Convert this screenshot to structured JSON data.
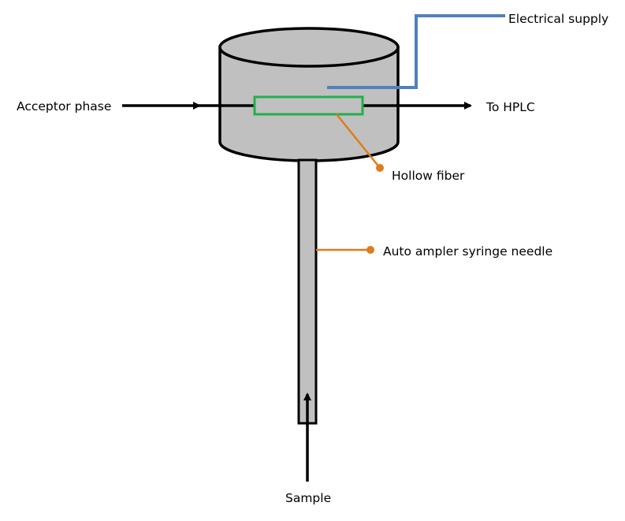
{
  "labels": {
    "electrical_supply": "Electrical supply",
    "acceptor_phase": "Acceptor phase",
    "to_hplc": "To HPLC",
    "hollow_fiber": "Hollow fiber",
    "syringe_needle": "Auto ampler syringe needle",
    "sample": "Sample"
  },
  "colors": {
    "body_fill": "#c0c0c0",
    "outline": "#000000",
    "fiber_outline": "#22b04c",
    "electrical_line": "#4f81bd",
    "callout": "#e07b1a"
  }
}
